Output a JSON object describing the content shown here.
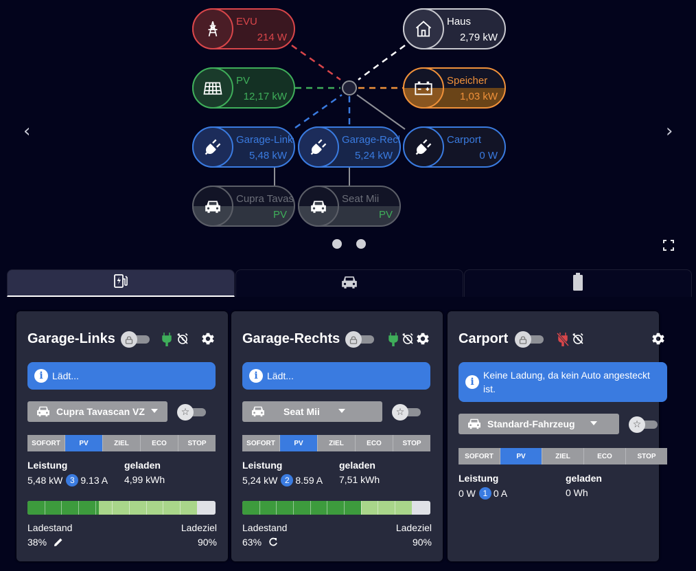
{
  "flow": {
    "nodes": [
      {
        "name": "EVU",
        "value": "214 W",
        "icon": "power-pylon-icon",
        "color": "#d9464a"
      },
      {
        "name": "Haus",
        "value": "2,79 kW",
        "icon": "house-icon",
        "color": "#ffffff"
      },
      {
        "name": "PV",
        "value": "12,17 kW",
        "icon": "solar-panel-icon",
        "color": "#3fae5a"
      },
      {
        "name": "Speicher",
        "value": "1,03 kW",
        "icon": "battery-charging-icon",
        "color": "#f0913a"
      },
      {
        "name": "Garage-Links",
        "value": "5,48 kW",
        "icon": "ev-plug-icon",
        "color": "#3a7be0"
      },
      {
        "name": "Garage-Rechts",
        "value": "5,24 kW",
        "icon": "ev-plug-icon",
        "color": "#3a7be0"
      },
      {
        "name": "Carport",
        "value": "0 W",
        "icon": "ev-plug-icon",
        "color": "#3a7be0"
      },
      {
        "name": "Cupra Tavascan VZ",
        "value": "PV",
        "icon": "car-icon",
        "color": "#3fae5a"
      },
      {
        "name": "Seat Mii",
        "value": "PV",
        "icon": "car-icon",
        "color": "#3fae5a"
      }
    ]
  },
  "tabs": [
    {
      "icon": "charging-station-icon",
      "active": true
    },
    {
      "icon": "car-icon",
      "active": false
    },
    {
      "icon": "battery-icon",
      "active": false
    }
  ],
  "modes": [
    "SOFORT",
    "PV",
    "ZIEL",
    "ECO",
    "STOP"
  ],
  "cards": [
    {
      "title": "Garage-Links",
      "info": "Lädt...",
      "vehicle": "Cupra Tavascan VZ",
      "mode": "PV",
      "leistung_label": "Leistung",
      "power": "5,48 kW",
      "phases": "3",
      "current": "9.13 A",
      "geladen_label": "geladen",
      "charged": "4,99 kWh",
      "soc_label": "Ladestand",
      "soc": "38%",
      "target_label": "Ladeziel",
      "target": "90%",
      "soc_fraction": 0.38,
      "target_fraction": 0.9
    },
    {
      "title": "Garage-Rechts",
      "info": "Lädt...",
      "vehicle": "Seat Mii",
      "mode": "PV",
      "leistung_label": "Leistung",
      "power": "5,24 kW",
      "phases": "2",
      "current": "8.59 A",
      "geladen_label": "geladen",
      "charged": "7,51 kWh",
      "soc_label": "Ladestand",
      "soc": "63%",
      "target_label": "Ladeziel",
      "target": "90%",
      "soc_fraction": 0.63,
      "target_fraction": 0.9
    },
    {
      "title": "Carport",
      "info": "Keine Ladung, da kein Auto angesteckt ist.",
      "vehicle": "Standard-Fahrzeug",
      "mode": "PV",
      "leistung_label": "Leistung",
      "power": "0 W",
      "phases": "1",
      "current": "0 A",
      "geladen_label": "geladen",
      "charged": "0 Wh"
    }
  ]
}
